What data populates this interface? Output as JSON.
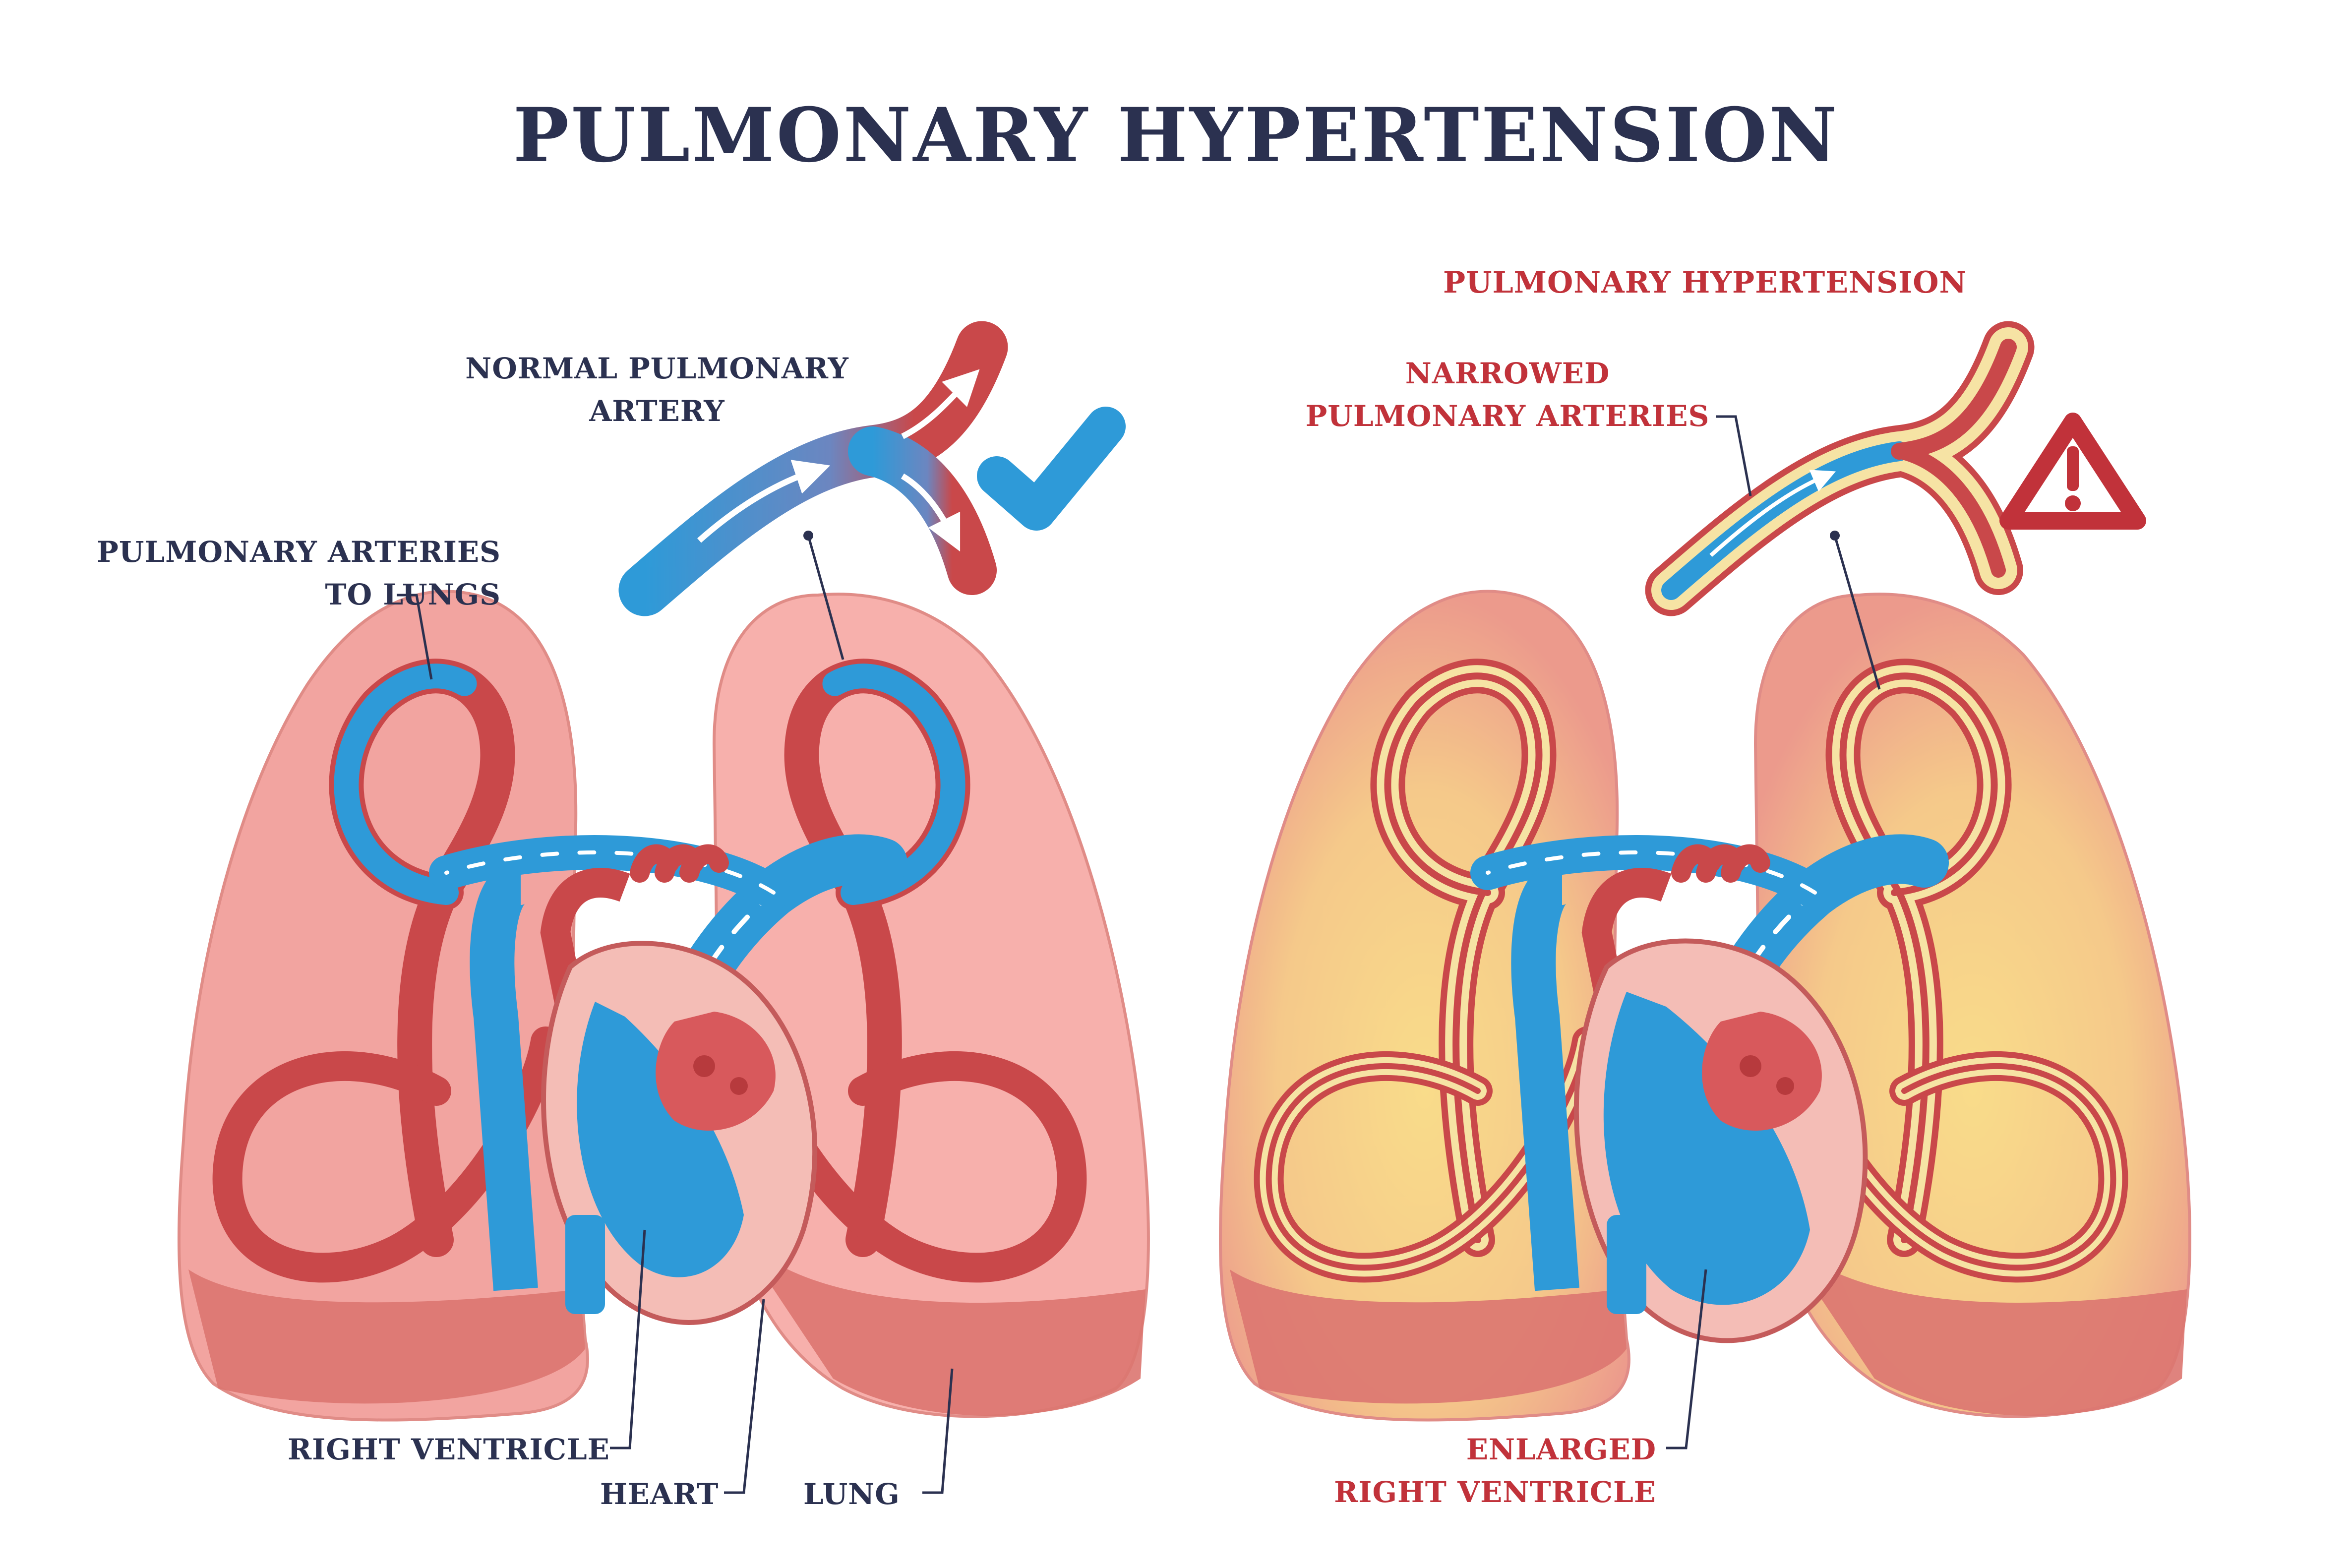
{
  "title": "PULMONARY HYPERTENSION",
  "left_panel": {
    "normal_artery_line1": "NORMAL PULMONARY",
    "normal_artery_line2": "ARTERY",
    "arteries_line1": "PULMONARY ARTERIES",
    "arteries_line2": "TO LUNGS",
    "right_ventricle": "RIGHT VENTRICLE",
    "heart": "HEART",
    "lung": "LUNG",
    "status_icon": "checkmark-icon"
  },
  "right_panel": {
    "heading": "PULMONARY HYPERTENSION",
    "narrowed_line1": "NARROWED",
    "narrowed_line2": "PULMONARY ARTERIES",
    "enlarged_line1": "ENLARGED",
    "enlarged_line2": "RIGHT VENTRICLE",
    "status_icon": "warning-icon"
  },
  "colors": {
    "title": "#2b3150",
    "accent_red": "#c1323a",
    "vein_blue": "#2e9ad8",
    "artery_red": "#c9484a",
    "lung_pink": "#f2a4a0",
    "lung_shadow": "#dc7570",
    "narrowed_wall_yellow": "#f6e3a4"
  }
}
